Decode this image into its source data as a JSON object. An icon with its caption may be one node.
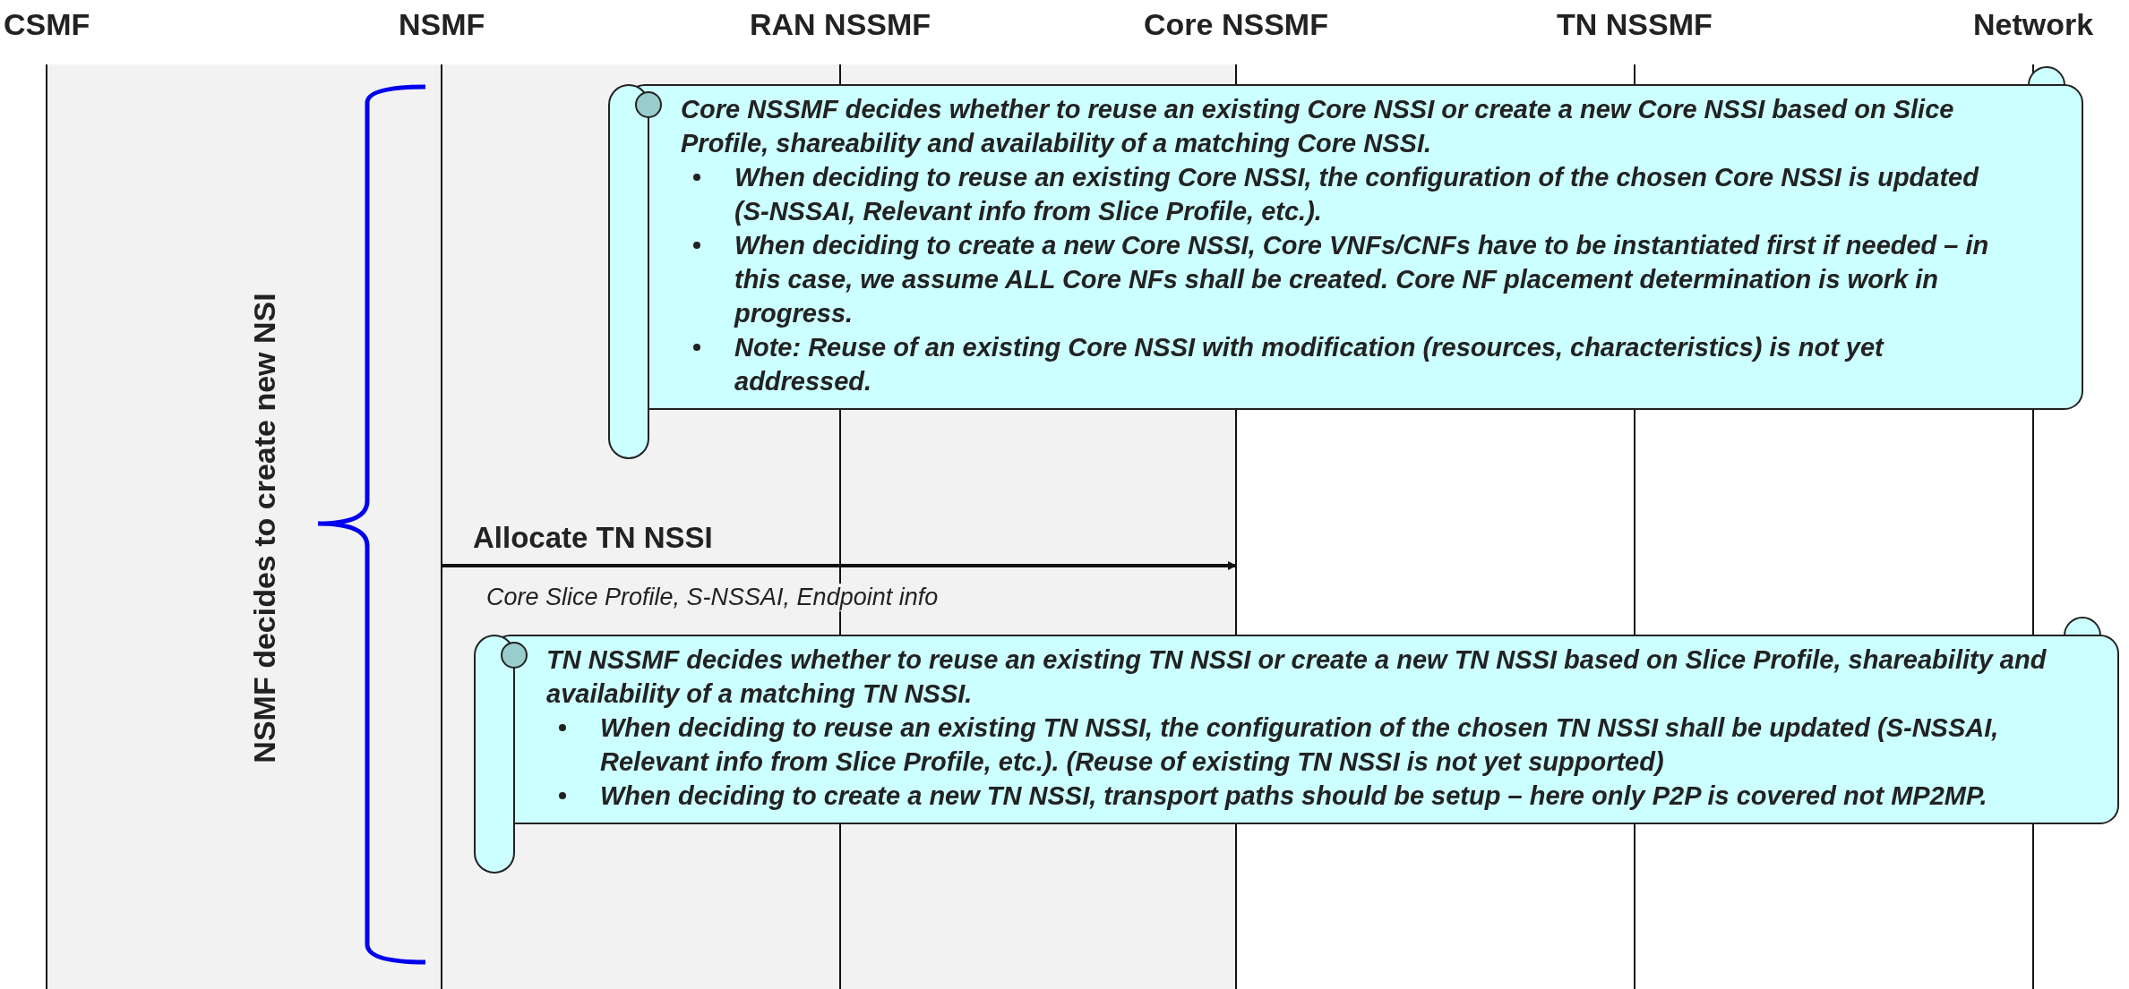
{
  "diagram": {
    "nodes": [
      {
        "text": [
          "CSMF"
        ]
      },
      {
        "text": [
          "NSMF"
        ]
      },
      {
        "text": [
          "RAN NSSMF"
        ]
      },
      {
        "text": [
          "Core NSSMF"
        ]
      },
      {
        "text": [
          "TN NSSMF"
        ]
      },
      {
        "text": [
          "Network"
        ]
      },
      {
        "text": [
          "Core NSSMF decides whether to reuse an existing Core NSSI or create a new Core NSSI based on Slice Profile, shareability and availability of a matching Core NSSI.",
          "When deciding to reuse an existing Core NSSI, the configuration of the chosen Core NSSI is updated (S-NSSAI, Relevant info from Slice Profile, etc.).",
          "When deciding to create a new Core NSSI, Core VNFs/CNFs have to be instantiated first if needed – in this case, we assume ALL Core NFs shall be created. Core NF placement determination is work in progress.",
          "Note: Reuse of an existing Core NSSI with modification (resources, characteristics) is not yet addressed."
        ]
      },
      {
        "text": [
          "TN NSSMF decides whether to reuse an existing TN NSSI or create a new TN NSSI based on Slice Profile, shareability and availability of a matching TN NSSI.",
          "When deciding to reuse an existing TN NSSI, the configuration of the chosen TN NSSI shall be updated (S-NSSAI, Relevant info from Slice Profile, etc.). (Reuse of existing TN NSSI is not yet supported)",
          "When deciding to create a new TN NSSI, transport paths should be setup – here only P2P is covered not MP2MP."
        ]
      }
    ],
    "edges": [
      {
        "from": 1,
        "to": 3,
        "arrow": "to",
        "label": "Allocate TN NSSI"
      }
    ],
    "labels": [
      "NSMF decides to create new NSI",
      "Core Slice Profile, S-NSSAI, Endpoint info"
    ]
  }
}
